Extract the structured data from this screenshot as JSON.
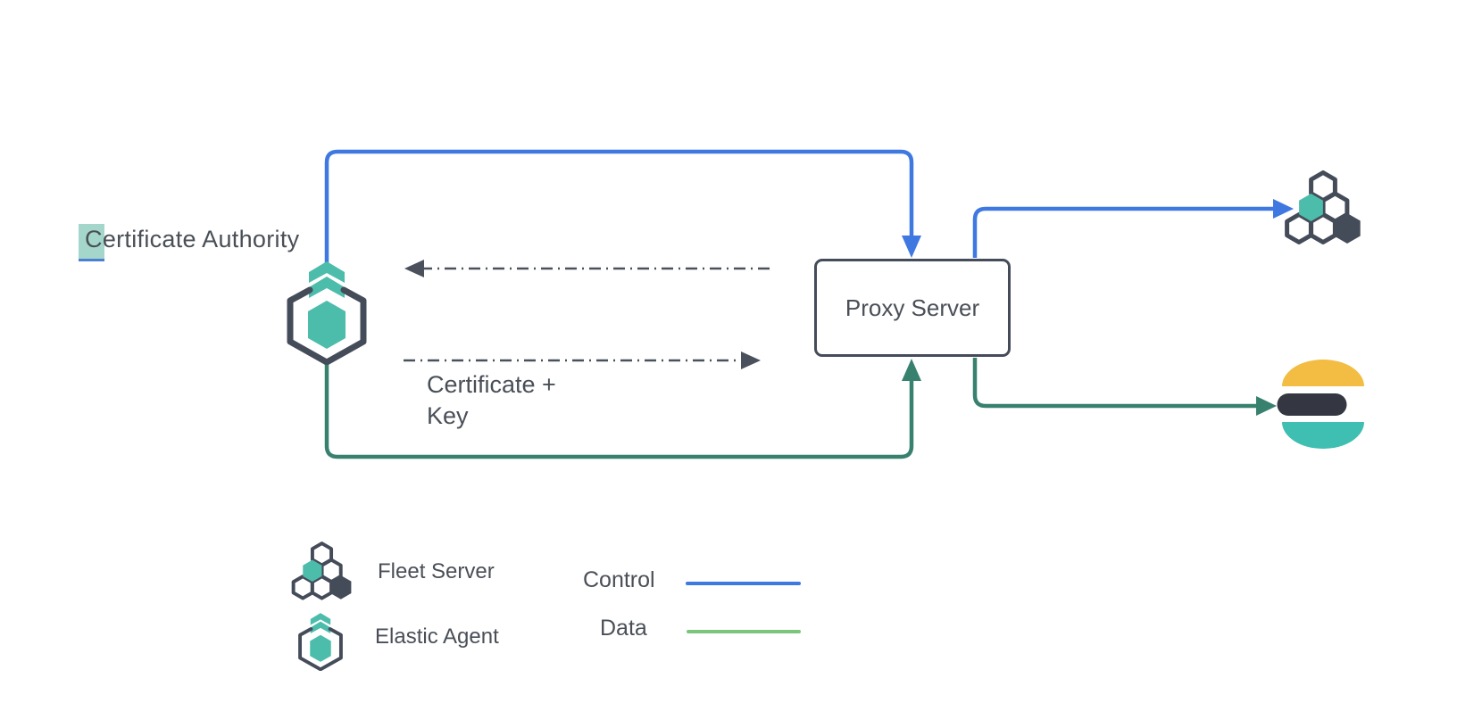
{
  "diagram": {
    "certificate_authority": {
      "first_letter": "C",
      "rest": "ertificate Authority"
    },
    "proxy_server": {
      "label": "Proxy Server"
    },
    "certificate_key": {
      "line1": "Certificate +",
      "line2": "Key"
    }
  },
  "legend": {
    "fleet_server_label": "Fleet Server",
    "elastic_agent_label": "Elastic Agent",
    "control_label": "Control",
    "data_label": "Data"
  },
  "icons": {
    "elastic_agent": "elastic-agent-icon",
    "fleet_server": "fleet-server-icon",
    "elasticsearch": "elasticsearch-icon"
  },
  "colors": {
    "control_blue": "#3E78E0",
    "data_green": "#38816F",
    "legend_data_green": "#7CC57D",
    "dash_gray": "#4A505C",
    "dark_slate": "#454C59",
    "text_dark": "#4A4F57",
    "teal": "#4CBCAB",
    "es_yellow": "#F2BD42",
    "es_dark": "#343741",
    "es_teal": "#3FBEB2",
    "highlight_teal": "#A5D6CB",
    "cursor_blue": "#4B80D1"
  }
}
